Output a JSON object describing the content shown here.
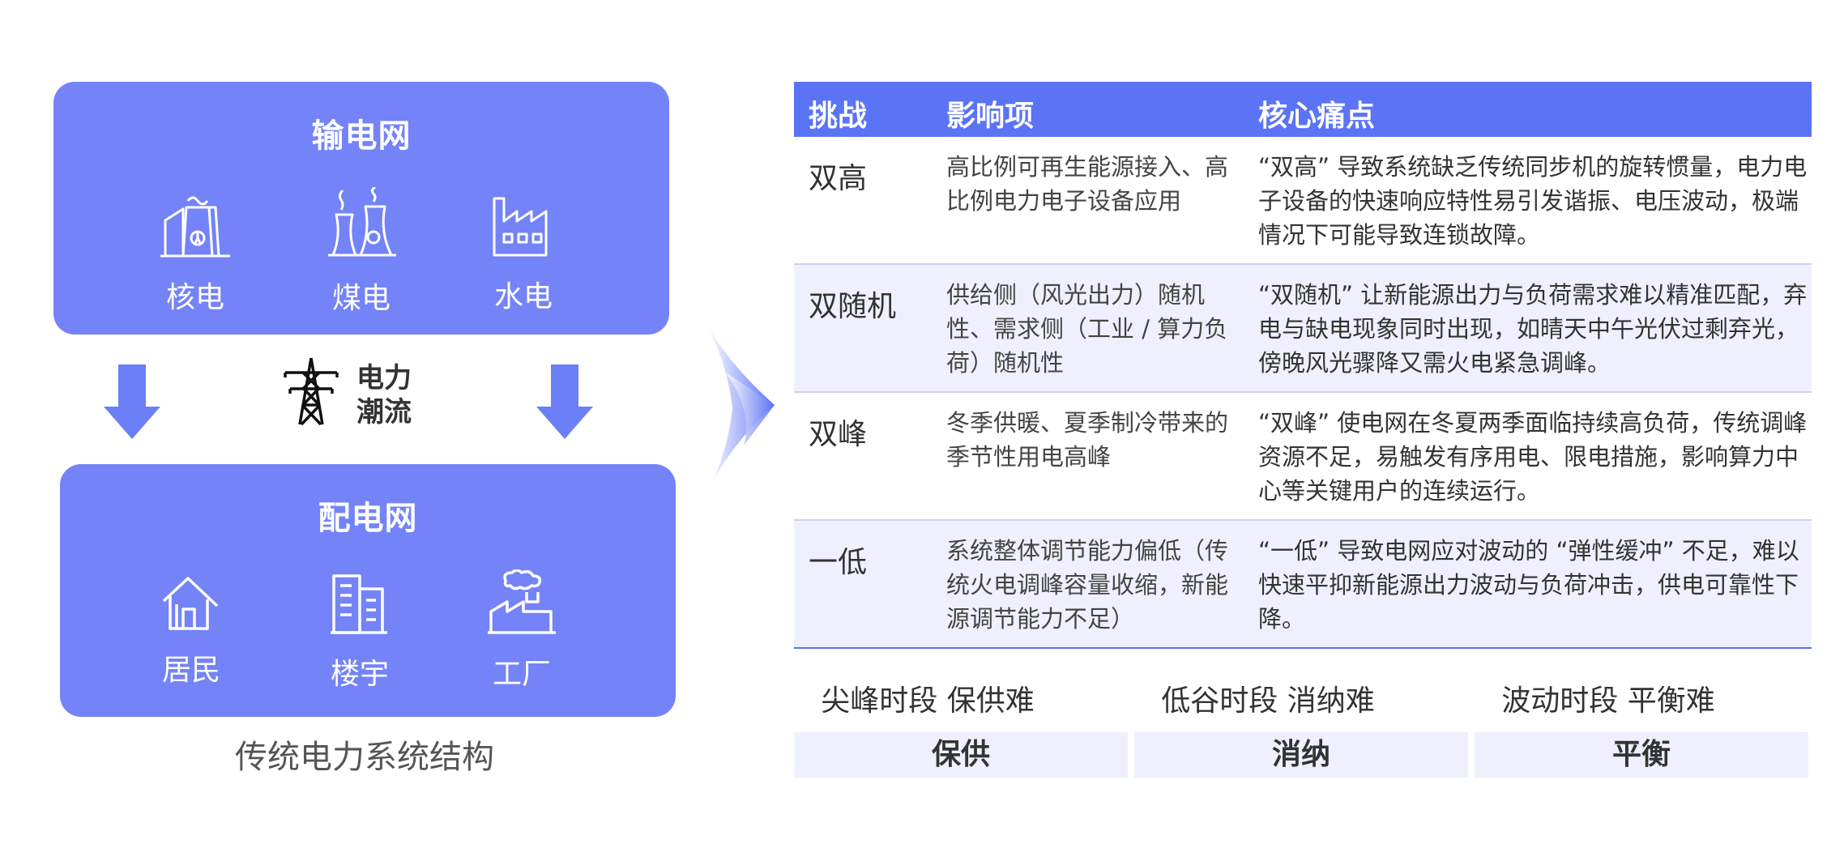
{
  "left": {
    "transmission_title": "输电网",
    "sources": [
      {
        "label": "核电",
        "icon": "nuclear-plant-icon"
      },
      {
        "label": "煤电",
        "icon": "cooling-tower-icon"
      },
      {
        "label": "水电",
        "icon": "factory-icon"
      }
    ],
    "flow_label_line1": "电力",
    "flow_label_line2": "潮流",
    "distribution_title": "配电网",
    "loads": [
      {
        "label": "居民",
        "icon": "house-icon"
      },
      {
        "label": "楼宇",
        "icon": "building-icon"
      },
      {
        "label": "工厂",
        "icon": "industrial-plant-icon"
      }
    ],
    "caption": "传统电力系统结构"
  },
  "table": {
    "headers": [
      "挑战",
      "影响项",
      "核心痛点"
    ],
    "rows": [
      {
        "challenge": "双高",
        "impact": "高比例可再生能源接入、高比例电力电子设备应用",
        "pain": "“双高” 导致系统缺乏传统同步机的旋转惯量，电力电子设备的快速响应特性易引发谐振、电压波动，极端情况下可能导致连锁故障。"
      },
      {
        "challenge": "双随机",
        "impact": "供给侧（风光出力）随机性、需求侧（工业 / 算力负荷）随机性",
        "pain": "“双随机” 让新能源出力与负荷需求难以精准匹配，弃电与缺电现象同时出现，如晴天中午光伏过剩弃光，傍晚风光骤降又需火电紧急调峰。"
      },
      {
        "challenge": "双峰",
        "impact": "冬季供暖、夏季制冷带来的季节性用电高峰",
        "pain": "“双峰” 使电网在冬夏两季面临持续高负荷，传统调峰资源不足，易触发有序用电、限电措施，影响算力中心等关键用户的连续运行。"
      },
      {
        "challenge": "一低",
        "impact": "系统整体调节能力偏低（传统火电调峰容量收缩，新能源调节能力不足）",
        "pain": "“一低” 导致电网应对波动的 “弹性缓冲” 不足，难以快速平抑新能源出力波动与负荷冲击，供电可靠性下降。"
      }
    ]
  },
  "summary": {
    "periods": [
      "尖峰时段 保供难",
      "低谷时段 消纳难",
      "波动时段 平衡难"
    ],
    "badges": [
      "保供",
      "消纳",
      "平衡"
    ]
  },
  "colors": {
    "panel": "#7483f7",
    "header": "#5b73f5",
    "row_alt": "#eef1fd",
    "arrow": "#6b7ff7"
  }
}
